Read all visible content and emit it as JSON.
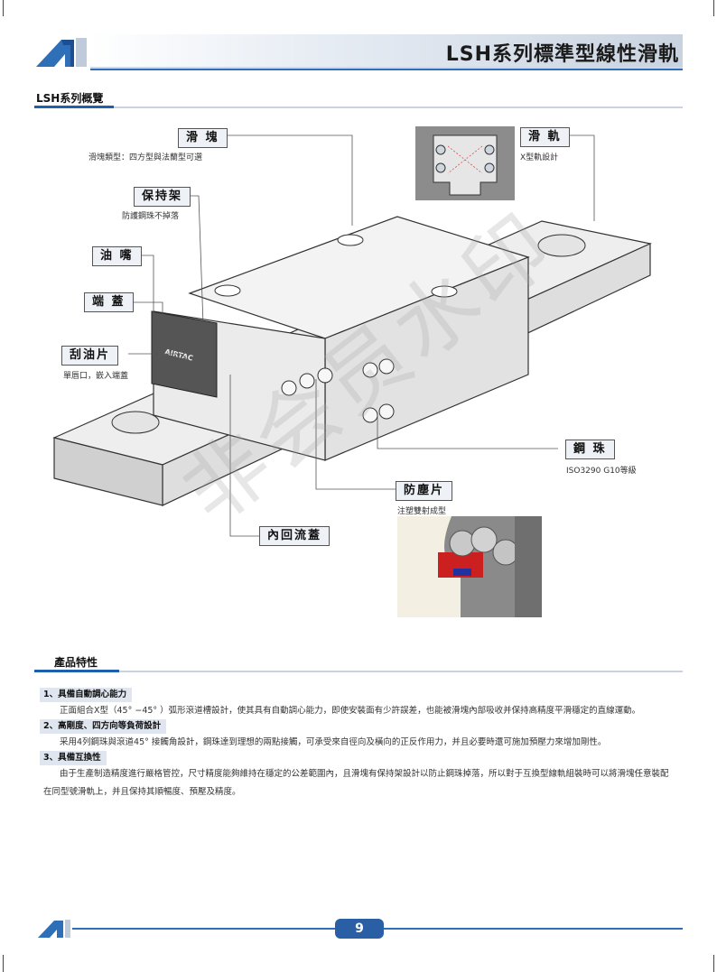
{
  "header": {
    "title": "LSH系列標準型線性滑軌"
  },
  "overview": {
    "title": "LSH系列概覽",
    "callouts": [
      {
        "label": "滑 塊",
        "sub": "滑塊類型：四方型與法蘭型可選"
      },
      {
        "label": "保持架",
        "sub": "防護鋼珠不掉落"
      },
      {
        "label": "油 嘴",
        "sub": ""
      },
      {
        "label": "端 蓋",
        "sub": ""
      },
      {
        "label": "刮油片",
        "sub": "單唇口，嵌入端蓋"
      },
      {
        "label": "滑 軌",
        "sub": "X型軌設計"
      },
      {
        "label": "鋼 珠",
        "sub": "ISO3290 G10等級"
      },
      {
        "label": "防塵片",
        "sub": "注塑雙射成型"
      },
      {
        "label": "內回流蓋",
        "sub": ""
      }
    ],
    "block_marking": "AIRTAC"
  },
  "features": {
    "title": "產品特性",
    "items": [
      {
        "head": "1、具備自動調心能力",
        "text": "正面組合X型（45° −45° ）弧形滾道槽設計，使其具有自動調心能力，即使安裝面有少許誤差，也能被滑塊內部吸收并保持高精度平滑穩定的直線運動。"
      },
      {
        "head": "2、高剛度、四方向等負荷設計",
        "text": "采用4列鋼珠與滾道45° 接觸角設計，鋼珠達到理想的兩點接觸，可承受來自徑向及橫向的正反作用力，并且必要時還可施加預壓力來增加剛性。"
      },
      {
        "head": "3、具備互換性",
        "text": "由于生產制造精度進行嚴格管控，尺寸精度能夠維持在穩定的公差範圍內，且滑塊有保持架設計以防止鋼珠掉落，所以對于互換型線軌組裝時可以將滑塊任意裝配在同型號滑軌上，并且保持其順暢度、預壓及精度。"
      }
    ]
  },
  "footer": {
    "page_number": "9"
  },
  "watermark": "非会员水印",
  "colors": {
    "accent": "#1e5fae",
    "pill": "#2a5fa5"
  }
}
